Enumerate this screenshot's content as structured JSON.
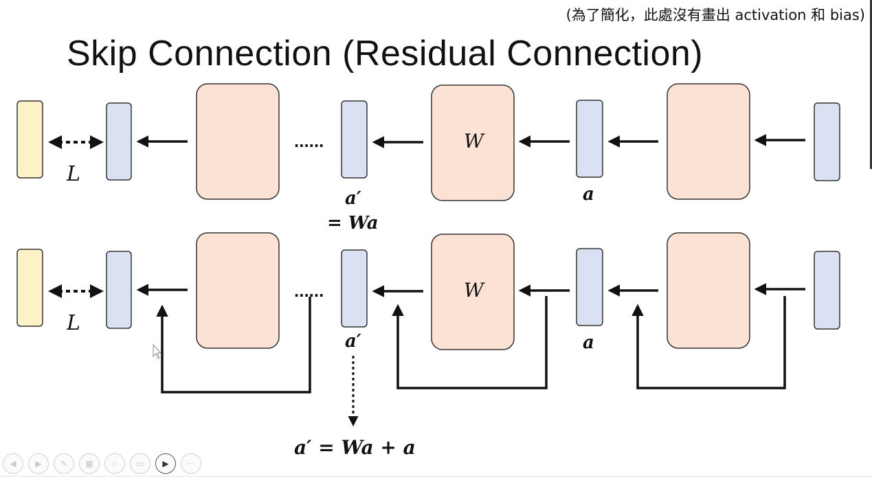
{
  "slide": {
    "note": "(為了簡化，此處沒有畫出 activation 和 bias)",
    "title": "Skip Connection (Residual Connection)"
  },
  "diagram": {
    "top_row": {
      "loss_label": "L",
      "dots": "......",
      "weight_label": "W",
      "a_prime_label": "a′",
      "a_prime_eq": "= Wa",
      "a_label": "a"
    },
    "bottom_row": {
      "loss_label": "L",
      "dots": "......",
      "weight_label": "W",
      "a_prime_label": "a′",
      "a_label": "a"
    },
    "formula": "a′ = Wa + a"
  },
  "colors": {
    "output_box": "#fdf1c7",
    "vector_box": "#d9e1f2",
    "layer_box": "#fbe2d5",
    "stroke": "#222222"
  },
  "controls": [
    {
      "name": "previous-icon",
      "glyph": "◀"
    },
    {
      "name": "next-icon",
      "glyph": "▶"
    },
    {
      "name": "pen-icon",
      "glyph": "✎"
    },
    {
      "name": "slides-icon",
      "glyph": "▦"
    },
    {
      "name": "zoom-icon",
      "glyph": "⌕"
    },
    {
      "name": "subtitle-icon",
      "glyph": "▭"
    },
    {
      "name": "camera-icon",
      "glyph": "▶"
    },
    {
      "name": "more-icon",
      "glyph": "⋯"
    }
  ]
}
